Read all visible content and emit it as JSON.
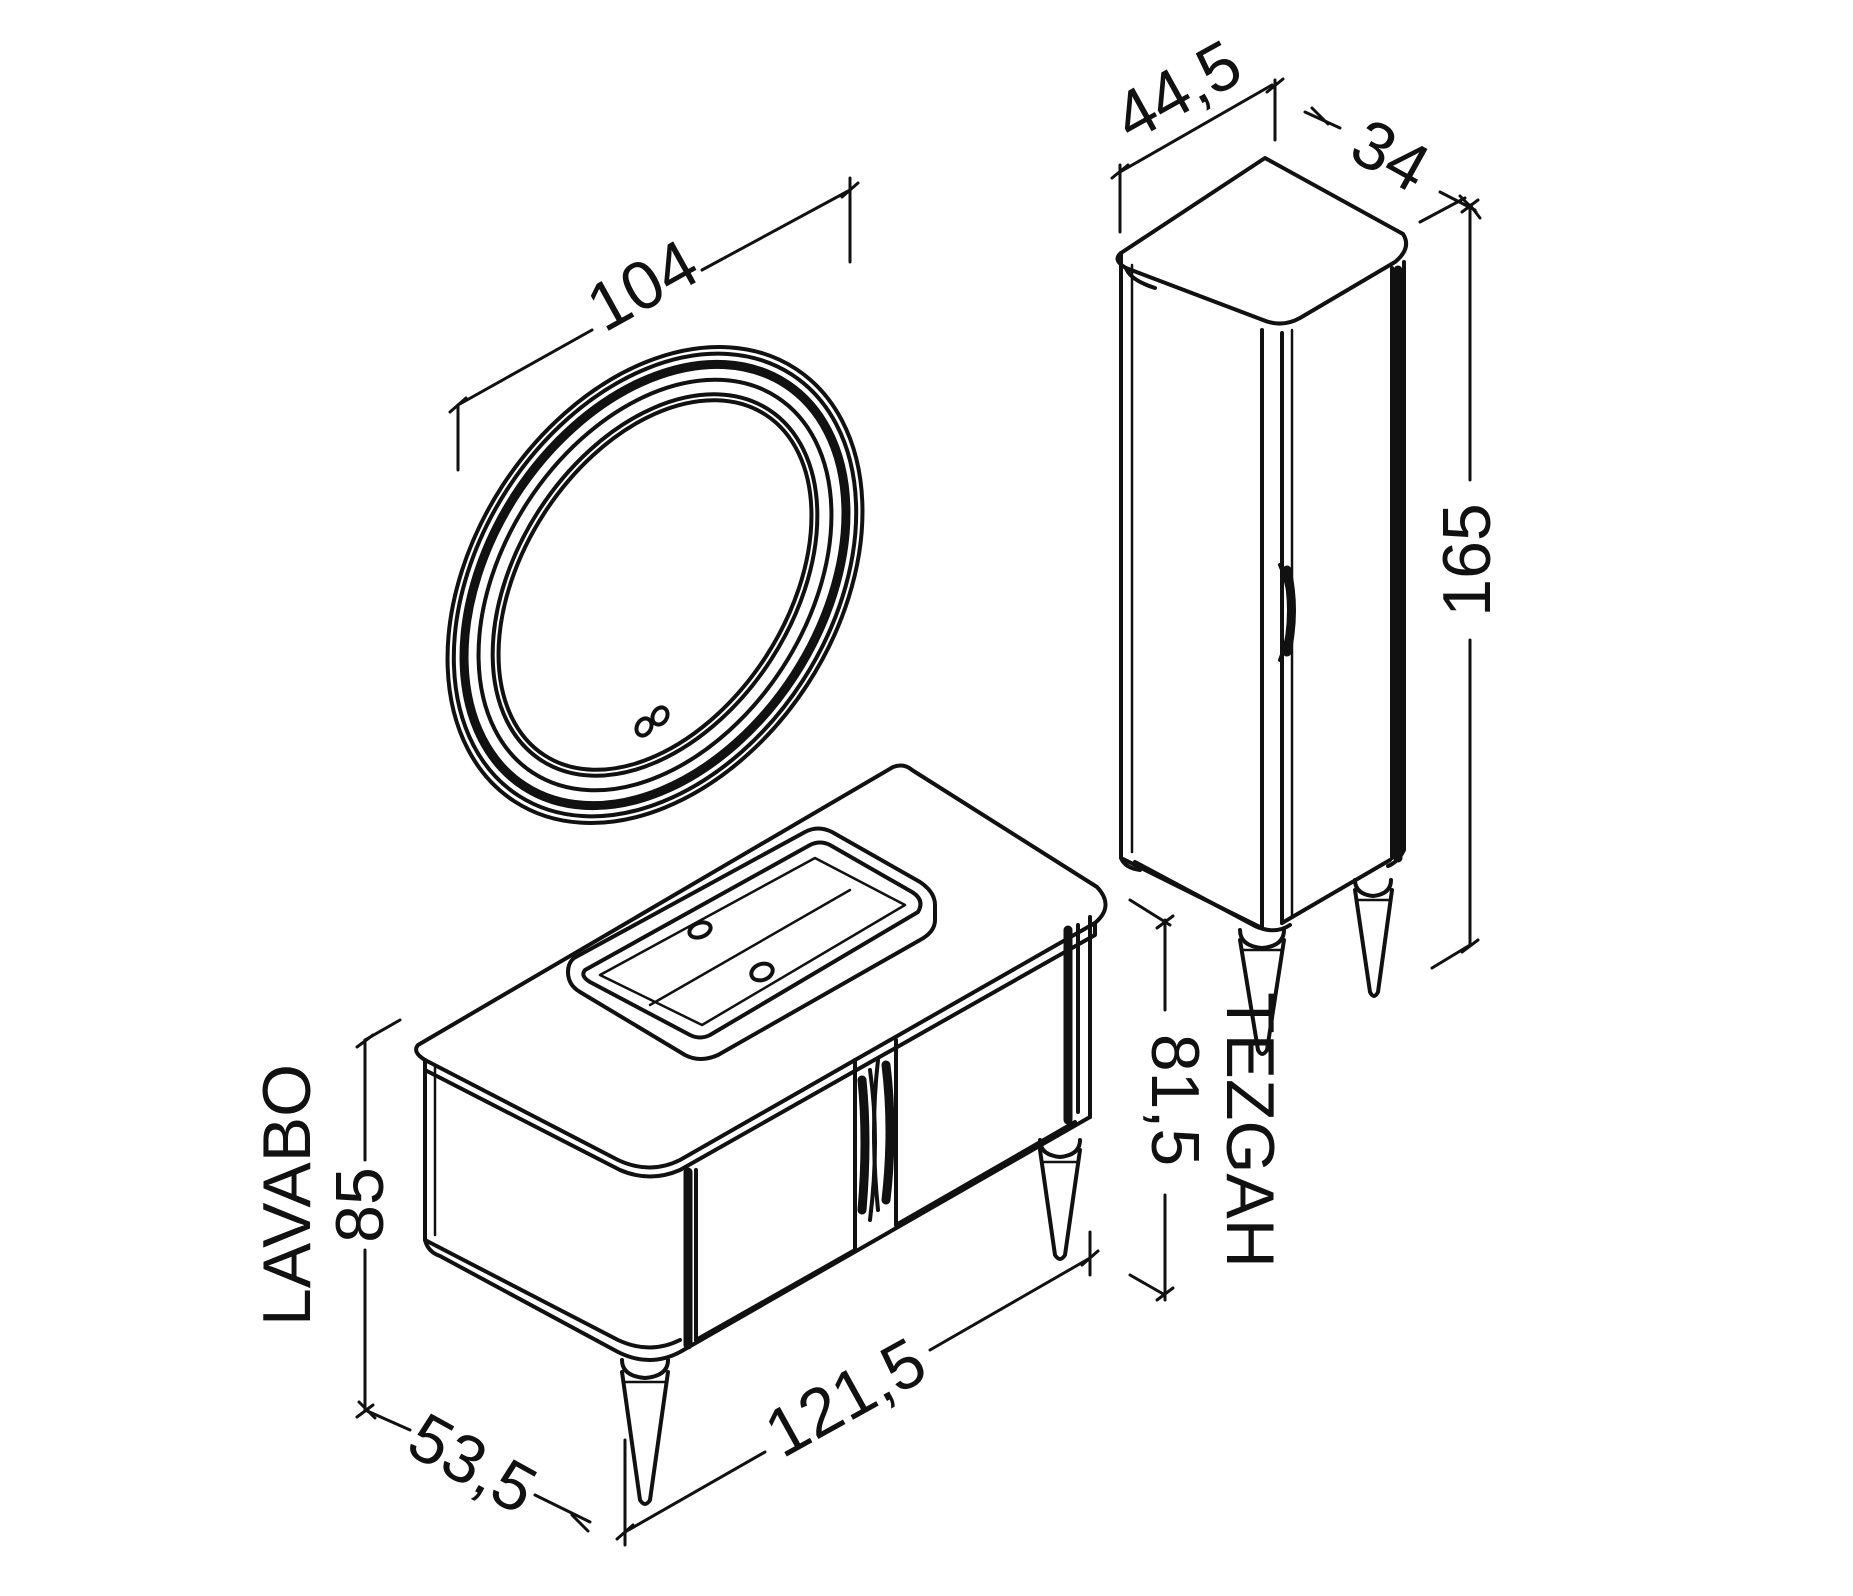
{
  "mirror": {
    "width": "104"
  },
  "tall_cabinet": {
    "depth": "44,5",
    "width": "34",
    "height": "165"
  },
  "vanity": {
    "height": "85",
    "depth": "53,5",
    "width": "121,5"
  },
  "countertop": {
    "height": "81,5"
  },
  "labels": {
    "washbasin": "LAVABO",
    "countertop": "TEZGAH"
  },
  "colors": {
    "line": "#111111",
    "background": "#ffffff"
  }
}
